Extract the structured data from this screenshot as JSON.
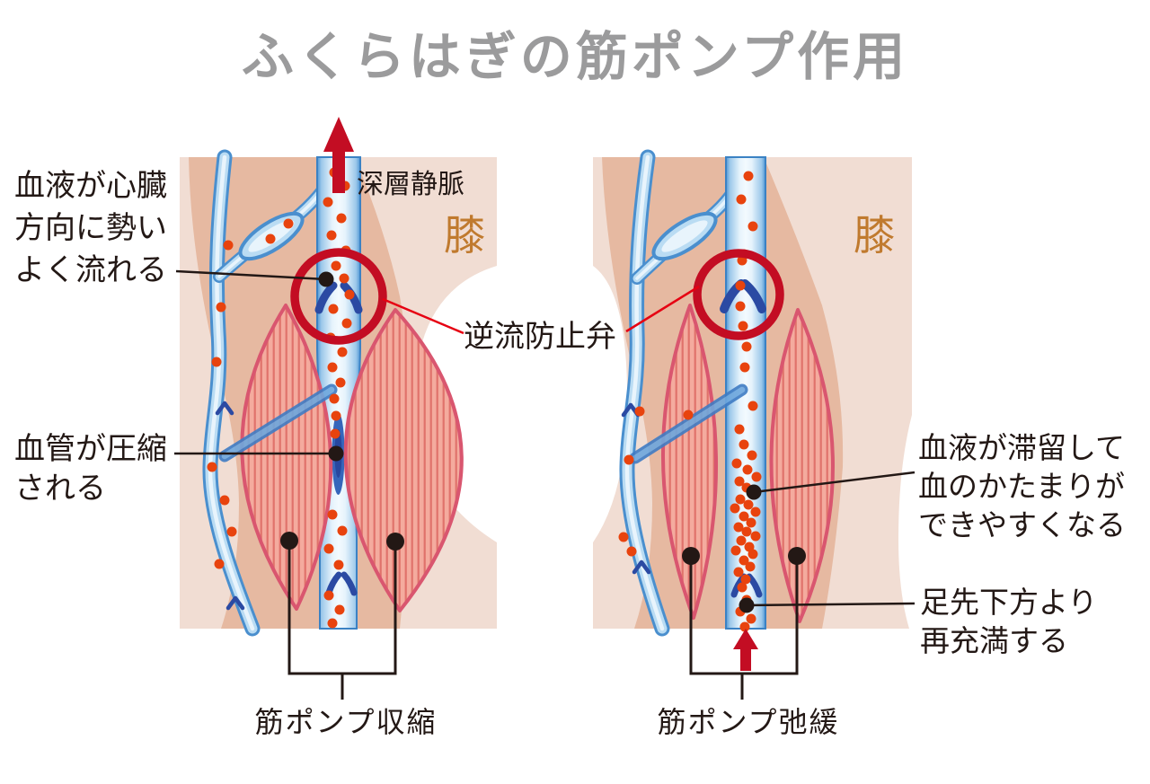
{
  "title": "ふくらはぎの筋ポンプ作用",
  "left_panel": {
    "caption": "筋ポンプ収縮",
    "knee": "膝",
    "deep_vein": "深層静脈",
    "flow_note": {
      "line1": "血液が心臓",
      "line2": "方向に勢い",
      "line3": "よく流れる"
    },
    "compress_note": {
      "line1": "血管が圧縮",
      "line2": "される"
    }
  },
  "right_panel": {
    "caption": "筋ポンプ弛緩",
    "knee": "膝",
    "stagnation_note": {
      "line1": "血液が滞留して",
      "line2": "血のかたまりが",
      "line3": "できやすくなる"
    },
    "refill_note": {
      "line1": "足先下方より",
      "line2": "再充満する"
    }
  },
  "shared": {
    "valve_label": "逆流防止弁"
  },
  "colors": {
    "title_gray": "#9b9b9c",
    "text_black": "#231815",
    "knee_orange": "#c07a2e",
    "highlight_red": "#c30d23",
    "pointer_red": "#e60012",
    "skin_light": "#f1ddd3",
    "skin_dark": "#e6b9a1",
    "vein_border_blue": "#4a8fce",
    "vein_light_blue": "#cfe7f8",
    "valve_navy": "#2b4aa3",
    "muscle_pink": "#f4ab9e",
    "muscle_stripe": "#e0726b",
    "muscle_border": "#d9566f",
    "blood_cell_red": "#e8430e"
  }
}
